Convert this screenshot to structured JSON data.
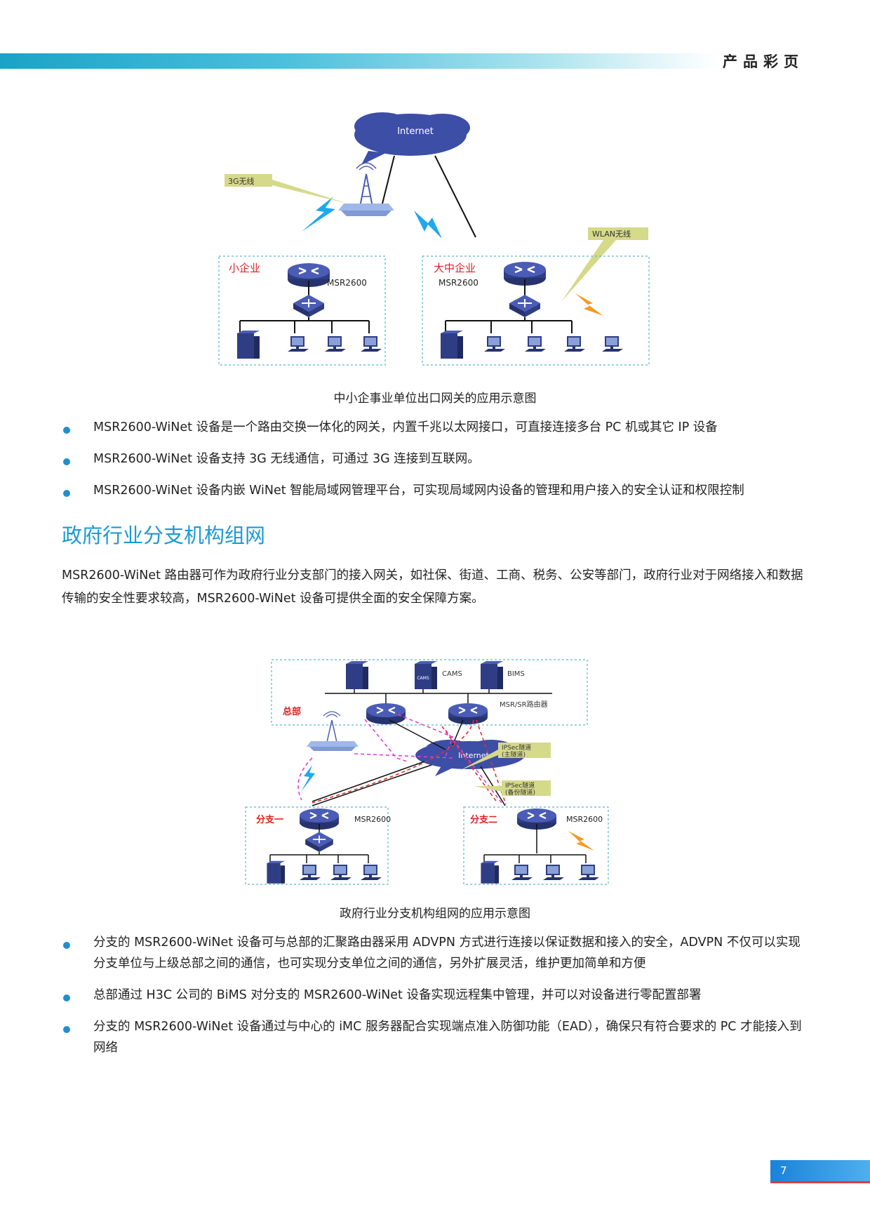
{
  "header": {
    "title": "产品彩页"
  },
  "diagram1": {
    "internet": "Internet",
    "label_3g": "3G无线",
    "label_wlan": "WLAN无线",
    "small_enterprise": "小企业",
    "large_enterprise": "大中企业",
    "router_small": "MSR2600",
    "router_large": "MSR2600"
  },
  "caption1": "中小企事业单位出口网关的应用示意图",
  "bullets1": [
    "MSR2600-WiNet 设备是一个路由交换一体化的网关，内置千兆以太网接口，可直接连接多台 PC 机或其它 IP 设备",
    "MSR2600-WiNet 设备支持 3G 无线通信，可通过 3G 连接到互联网。",
    "MSR2600-WiNet 设备内嵌 WiNet 智能局域网管理平台，可实现局域网内设备的管理和用户接入的安全认证和权限控制"
  ],
  "section": {
    "heading": "政府行业分支机构组网",
    "paragraph": "MSR2600-WiNet 路由器可作为政府行业分支部门的接入网关，如社保、街道、工商、税务、公安等部门，政府行业对于网络接入和数据传输的安全性要求较高，MSR2600-WiNet 设备可提供全面的安全保障方案。"
  },
  "diagram2": {
    "cams": "CAMS",
    "cams_box": "CAMS",
    "bims": "BIMS",
    "hq": "总部",
    "hq_router": "MSR/SR路由器",
    "internet": "Internet",
    "ipsec_main_1": "IPSec隧道",
    "ipsec_main_2": "(主隧道)",
    "ipsec_backup_1": "IPSec隧道",
    "ipsec_backup_2": "(备份隧道)",
    "branch1": "分支一",
    "branch2": "分支二",
    "branch1_router": "MSR2600",
    "branch2_router": "MSR2600"
  },
  "caption2": "政府行业分支机构组网的应用示意图",
  "bullets2": [
    "分支的 MSR2600-WiNet 设备可与总部的汇聚路由器采用 ADVPN 方式进行连接以保证数据和接入的安全，ADVPN 不仅可以实现分支单位与上级总部之间的通信，也可实现分支单位之间的通信，另外扩展灵活，维护更加简单和方便",
    "总部通过 H3C 公司的 BiMS 对分支的 MSR2600-WiNet 设备实现远程集中管理，并可以对设备进行零配置部署",
    "分支的 MSR2600-WiNet 设备通过与中心的 iMC 服务器配合实现端点准入防御功能（EAD），确保只有符合要求的 PC 才能接入到网络"
  ],
  "page_number": "7",
  "colors": {
    "accent": "#1a9ad6",
    "router": "#3a4a9a",
    "cloud": "#3d4ea6",
    "label_bg": "#d5d98a",
    "red_label": "#e02020"
  }
}
